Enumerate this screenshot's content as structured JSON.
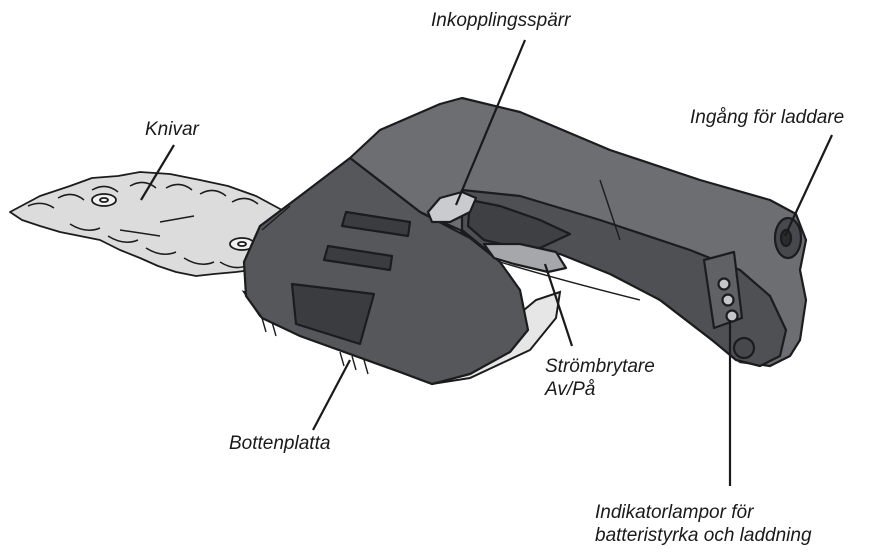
{
  "labels": {
    "lockout": "Inkopplingsspärr",
    "charger_input": "Ingång för laddare",
    "blades": "Knivar",
    "switch_line1": "Strömbrytare",
    "switch_line2": "Av/På",
    "base_plate": "Bottenplatta",
    "indicator_line1": "Indikatorlampor för",
    "indicator_line2": "batteristyrka och laddning"
  },
  "colors": {
    "body_dark": "#55575a",
    "body_shade": "#3e4043",
    "body_light": "#6c6e71",
    "outline": "#1c1c1e",
    "blade": "#d9d9d9",
    "base": "#e6e6e6"
  }
}
